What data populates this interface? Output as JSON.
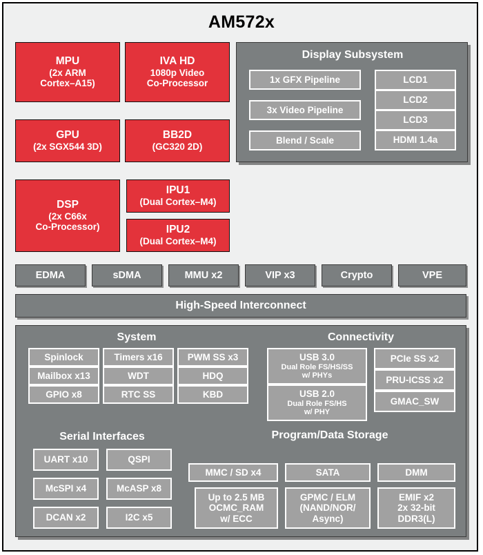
{
  "diagram": {
    "title": "AM572x",
    "colors": {
      "accent_red": "#e3333b",
      "panel_grey": "#7b7f80",
      "sub_block_grey": "#a1a1a1",
      "background": "#eff0f0",
      "text_on_block": "#ffffff",
      "title_text": "#000000"
    }
  },
  "processors": [
    {
      "name": "MPU",
      "line1": "MPU",
      "line2": "(2x ARM",
      "line3": "Cortex–A15)"
    },
    {
      "name": "IVA HD",
      "line1": "IVA HD",
      "line2": "1080p Video",
      "line3": "Co-Processor"
    },
    {
      "name": "GPU",
      "line1": "GPU",
      "line2": "(2x SGX544 3D)",
      "line3": ""
    },
    {
      "name": "BB2D",
      "line1": "BB2D",
      "line2": "(GC320 2D)",
      "line3": ""
    },
    {
      "name": "DSP",
      "line1": "DSP",
      "line2": "(2x C66x",
      "line3": "Co-Processor)"
    },
    {
      "name": "IPU1",
      "line1": "IPU1",
      "line2": "(Dual Cortex–M4)",
      "line3": ""
    },
    {
      "name": "IPU2",
      "line1": "IPU2",
      "line2": "(Dual Cortex–M4)",
      "line3": ""
    }
  ],
  "display_subsystem": {
    "title": "Display Subsystem",
    "pipelines": [
      {
        "label": "1x GFX Pipeline"
      },
      {
        "label": "3x Video Pipeline"
      },
      {
        "label": "Blend / Scale"
      }
    ],
    "outputs": [
      {
        "label": "LCD1"
      },
      {
        "label": "LCD2"
      },
      {
        "label": "LCD3"
      },
      {
        "label": "HDMI 1.4a"
      }
    ]
  },
  "peripheral_row": [
    {
      "label": "EDMA"
    },
    {
      "label": "sDMA"
    },
    {
      "label": "MMU x2"
    },
    {
      "label": "VIP x3"
    },
    {
      "label": "Crypto"
    },
    {
      "label": "VPE"
    }
  ],
  "interconnect": {
    "label": "High-Speed Interconnect"
  },
  "system": {
    "title": "System",
    "blocks": [
      {
        "label": "Spinlock"
      },
      {
        "label": "Timers x16"
      },
      {
        "label": "PWM SS x3"
      },
      {
        "label": "Mailbox x13"
      },
      {
        "label": "WDT"
      },
      {
        "label": "HDQ"
      },
      {
        "label": "GPIO x8"
      },
      {
        "label": "RTC SS"
      },
      {
        "label": "KBD"
      }
    ]
  },
  "connectivity": {
    "title": "Connectivity",
    "usb": [
      {
        "line1": "USB 3.0",
        "line2": "Dual Role FS/HS/SS",
        "line3": "w/ PHYs"
      },
      {
        "line1": "USB 2.0",
        "line2": "Dual Role FS/HS",
        "line3": "w/ PHY"
      }
    ],
    "others": [
      {
        "label": "PCIe SS x2"
      },
      {
        "label": "PRU-ICSS x2"
      },
      {
        "label": "GMAC_SW"
      }
    ]
  },
  "serial_interfaces": {
    "title": "Serial Interfaces",
    "blocks": [
      {
        "label": "UART x10"
      },
      {
        "label": "QSPI"
      },
      {
        "label": "McSPI x4"
      },
      {
        "label": "McASP x8"
      },
      {
        "label": "DCAN x2"
      },
      {
        "label": "I2C x5"
      }
    ]
  },
  "program_data_storage": {
    "title": "Program/Data Storage",
    "top_row": [
      {
        "label": "MMC / SD x4"
      },
      {
        "label": "SATA"
      },
      {
        "label": "DMM"
      }
    ],
    "bottom_row": [
      {
        "line1": "Up to 2.5 MB",
        "line2": "OCMC_RAM",
        "line3": "w/ ECC"
      },
      {
        "line1": "GPMC / ELM",
        "line2": "(NAND/NOR/",
        "line3": "Async)"
      },
      {
        "line1": "EMIF x2",
        "line2": "2x 32-bit",
        "line3": "DDR3(L)"
      }
    ]
  }
}
